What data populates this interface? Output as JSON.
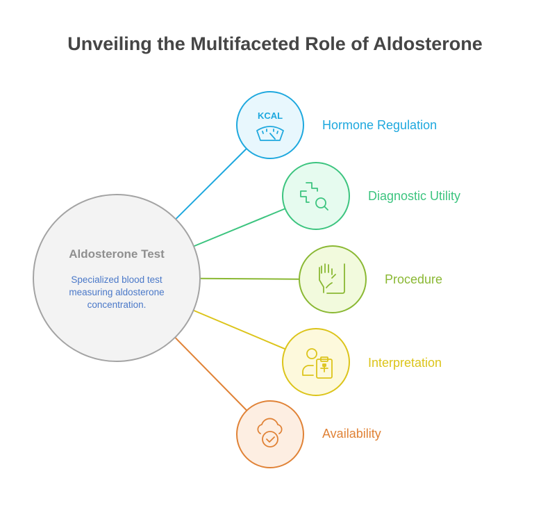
{
  "title": "Unveiling the Multifaceted Role of Aldosterone",
  "center": {
    "title": "Aldosterone Test",
    "description": "Specialized blood test measuring aldosterone concentration.",
    "fill": "#f3f3f3",
    "stroke": "#a3a3a3"
  },
  "nodes": [
    {
      "label": "Hormone Regulation",
      "icon": "kcal-scale-icon",
      "color": "#1ea8de",
      "fill": "#e8f7fd"
    },
    {
      "label": "Diagnostic Utility",
      "icon": "medical-search-icon",
      "color": "#3cc47f",
      "fill": "#e6fbef"
    },
    {
      "label": "Procedure",
      "icon": "hand-blood-test-icon",
      "color": "#8ab833",
      "fill": "#f2fadd"
    },
    {
      "label": "Interpretation",
      "icon": "doctor-clipboard-icon",
      "color": "#dcc41a",
      "fill": "#fdf9dc"
    },
    {
      "label": "Availability",
      "icon": "cloud-check-icon",
      "color": "#e08236",
      "fill": "#fdeee2"
    }
  ]
}
